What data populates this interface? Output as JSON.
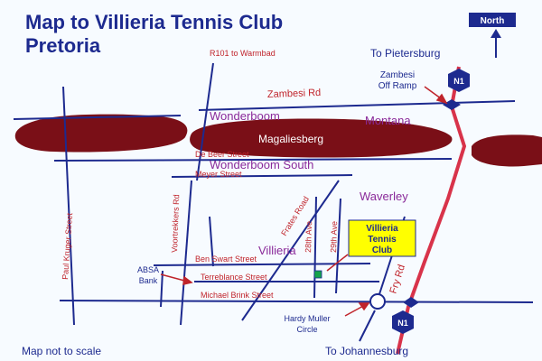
{
  "title": {
    "line1": "Map to Villieria Tennis Club",
    "line2": "Pretoria"
  },
  "north_label": "North",
  "destinations": {
    "top": "To Pietersburg",
    "bottom": "To Johannesburg"
  },
  "highway": {
    "label_top": "N1",
    "label_bottom": "N1",
    "ramp_label_line1": "Zambesi",
    "ramp_label_line2": "Off Ramp"
  },
  "roads": {
    "r101": "R101 to Warmbad",
    "zambesi": "Zambesi Rd",
    "de_beer": "De Beer Street",
    "meyer": "Meyer Street",
    "paul_kruger": "Paul Kruger Street",
    "voortrekkers": "Voortrekkers Rd",
    "frates": "Frates Road",
    "ave28": "28th Ave",
    "ave29": "29th Ave",
    "ben_swart": "Ben Swart Street",
    "terreblance": "Terreblance Street",
    "michael_brink": "Michael Brink Street",
    "fry": "Fry Rd"
  },
  "areas": {
    "wonderboom": "Wonderboom",
    "montana": "Montana",
    "magaliesberg": "Magaliesberg",
    "wonderboom_south": "Wonderboom South",
    "waverley": "Waverley",
    "villieria": "Villieria"
  },
  "landmarks": {
    "absa_line1": "ABSA",
    "absa_line2": "Bank",
    "circle_line1": "Hardy Muller",
    "circle_line2": "Circle"
  },
  "club": {
    "line1": "Villieria",
    "line2": "Tennis",
    "line3": "Club"
  },
  "footer": "Map not to scale",
  "colors": {
    "road": "#1d2a8f",
    "highway": "#d8334a",
    "mountain": "#7a0f17",
    "club_box": "#ffff00",
    "club_marker": "#16a34a",
    "label_red": "#c0242b",
    "label_purple": "#8a2a9a"
  }
}
